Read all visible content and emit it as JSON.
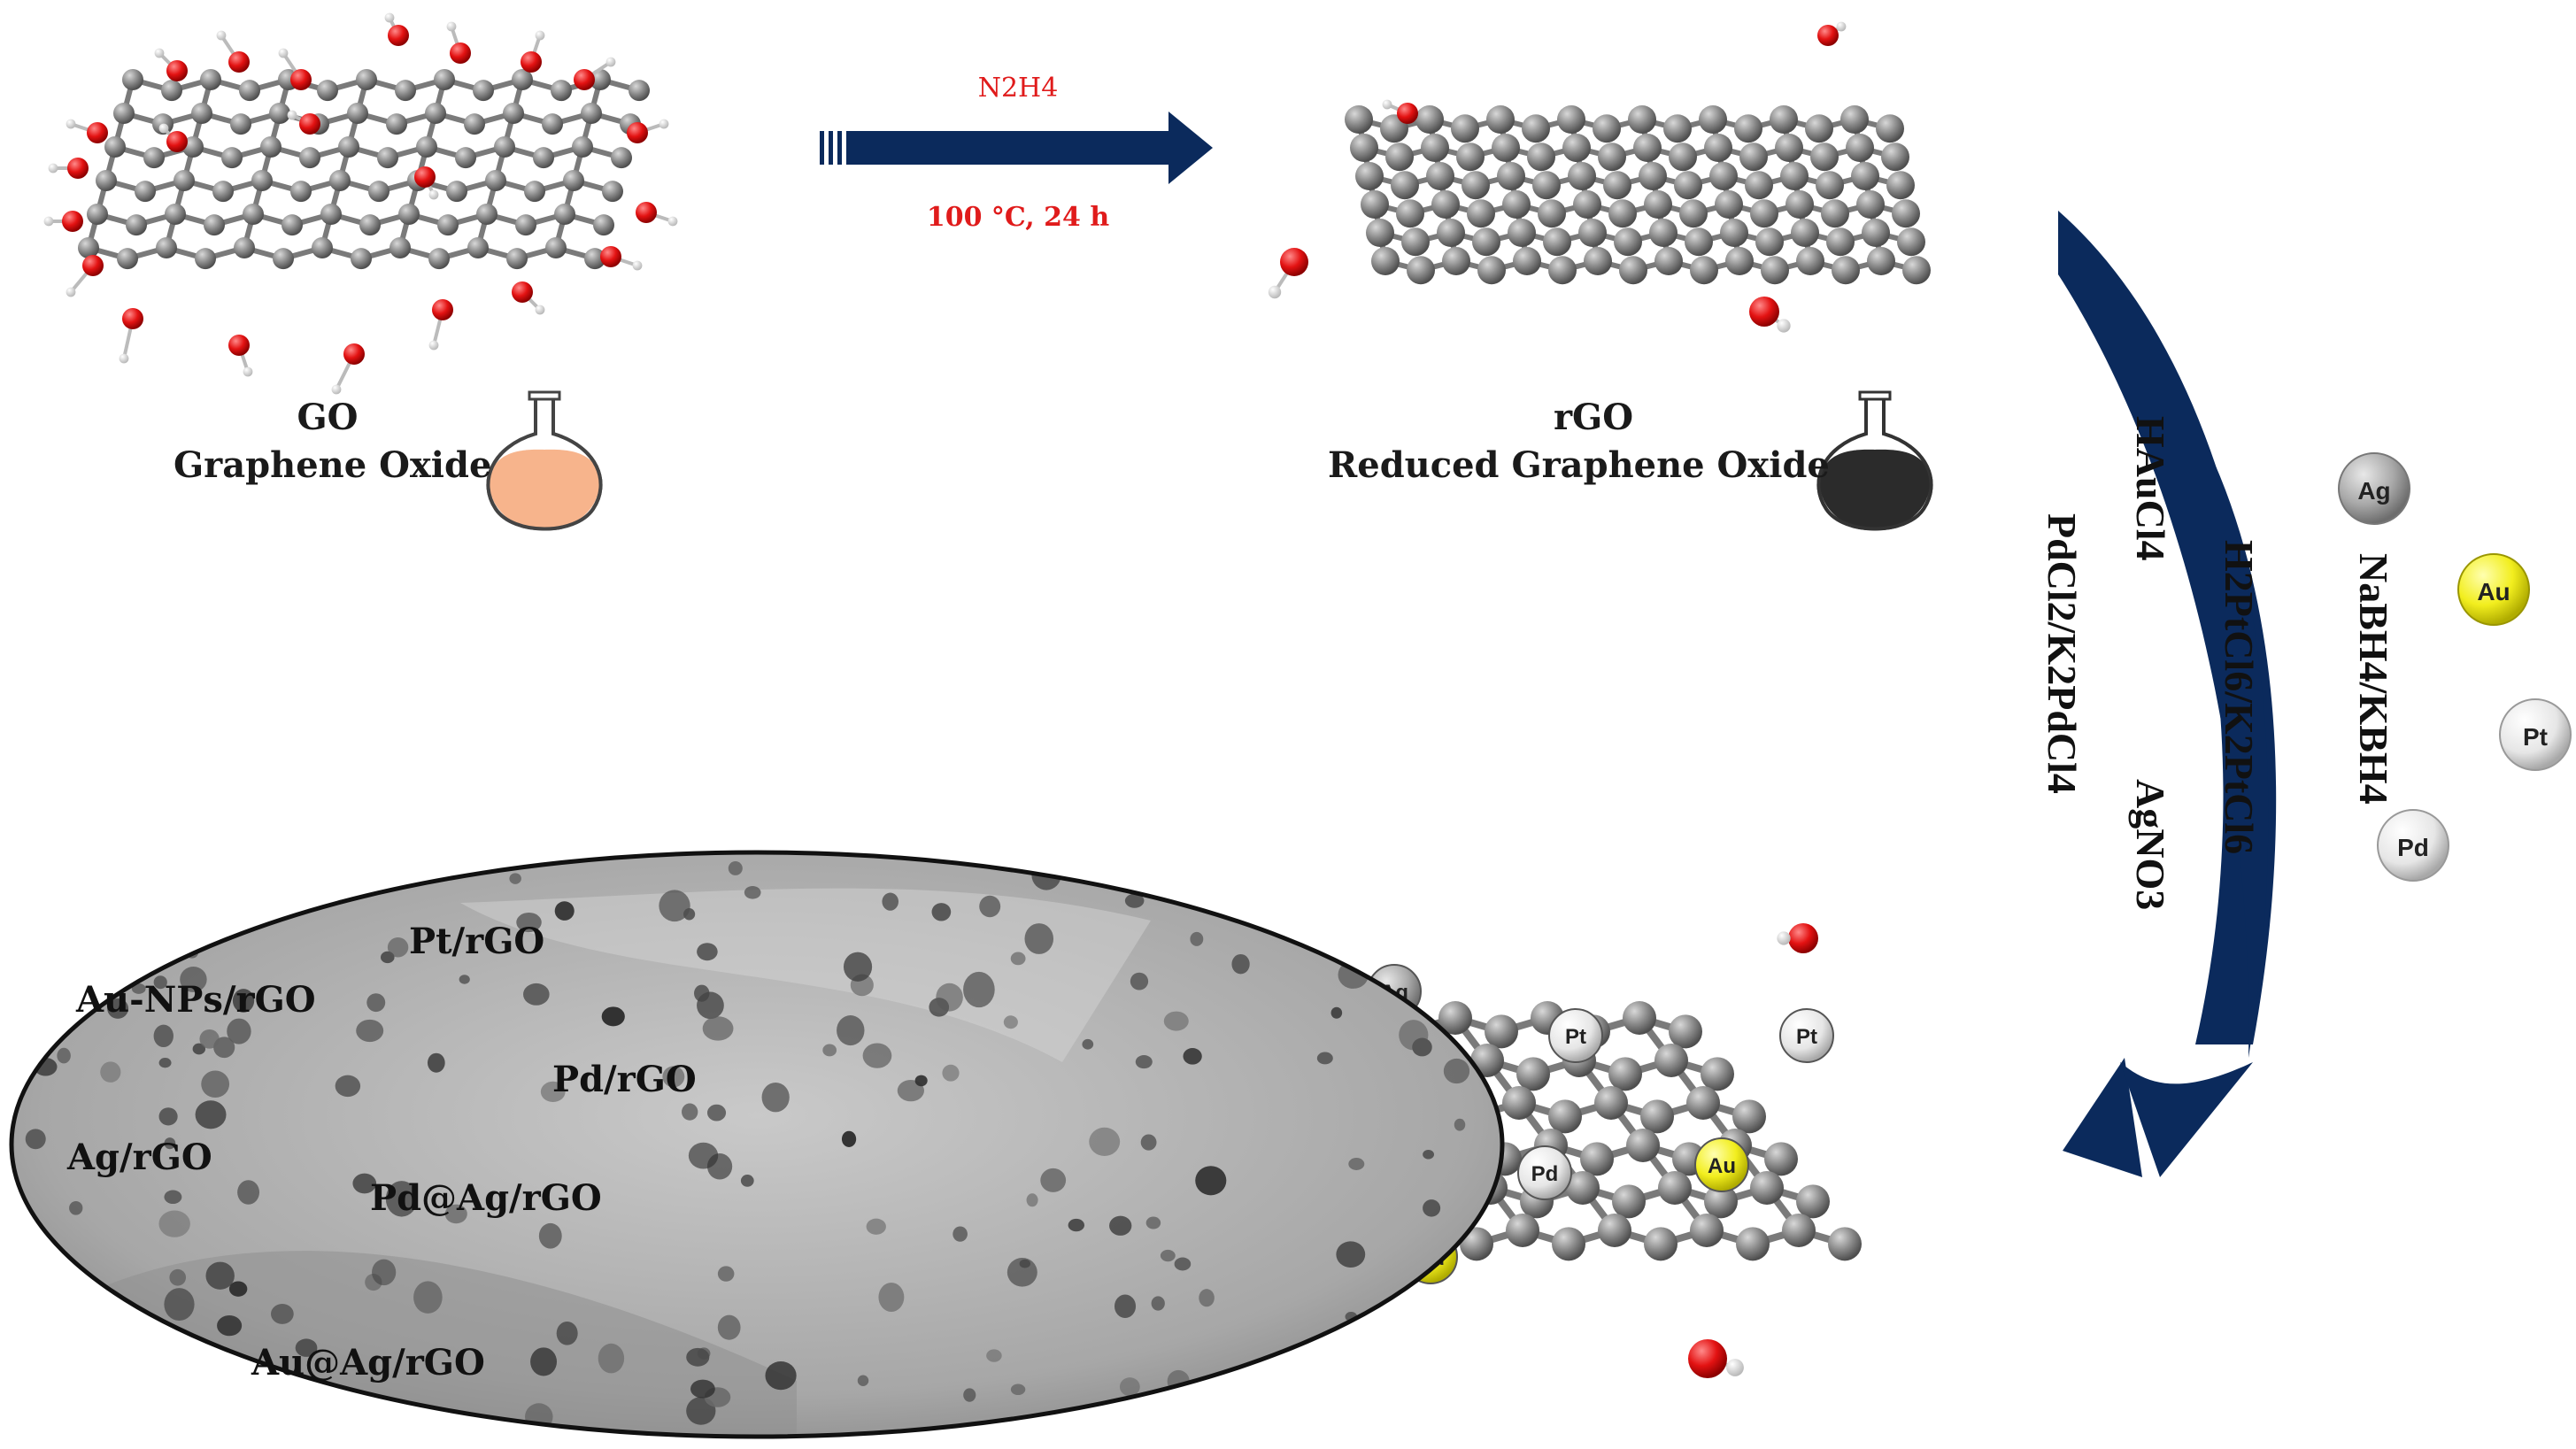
{
  "go": {
    "short": "GO",
    "long": "Graphene Oxide"
  },
  "rgo": {
    "short": "rGO",
    "long": "Reduced Graphene Oxide"
  },
  "step1": {
    "reagent": "N2H4",
    "condition": "100 °C, 24 h"
  },
  "step2": {
    "reducer": "NaBH4/KBH4",
    "precursors": [
      "H2PtCl6/K2PtCl6",
      "AgNO3",
      "HAuCl4",
      "PdCl2/K2PdCl4"
    ]
  },
  "metals": [
    {
      "symbol": "Ag",
      "color": "#a9a9a9"
    },
    {
      "symbol": "Au",
      "color": "#f2ee1e"
    },
    {
      "symbol": "Pt",
      "color": "#ececec"
    },
    {
      "symbol": "Pd",
      "color": "#f4f4f4"
    }
  ],
  "tem_labels": [
    "Pt/rGO",
    "Au-NPs/rGO",
    "Pd/rGO",
    "Ag/rGO",
    "Pd@Ag/rGO",
    "Au@Ag/rGO"
  ],
  "colors": {
    "arrow": "#0b2a5c",
    "carbon": "#808080",
    "oxygen": "#e31212",
    "hydrogen": "#f0f0f0",
    "go_liquid": "#f7b48c",
    "rgo_liquid": "#2b2b2b"
  }
}
